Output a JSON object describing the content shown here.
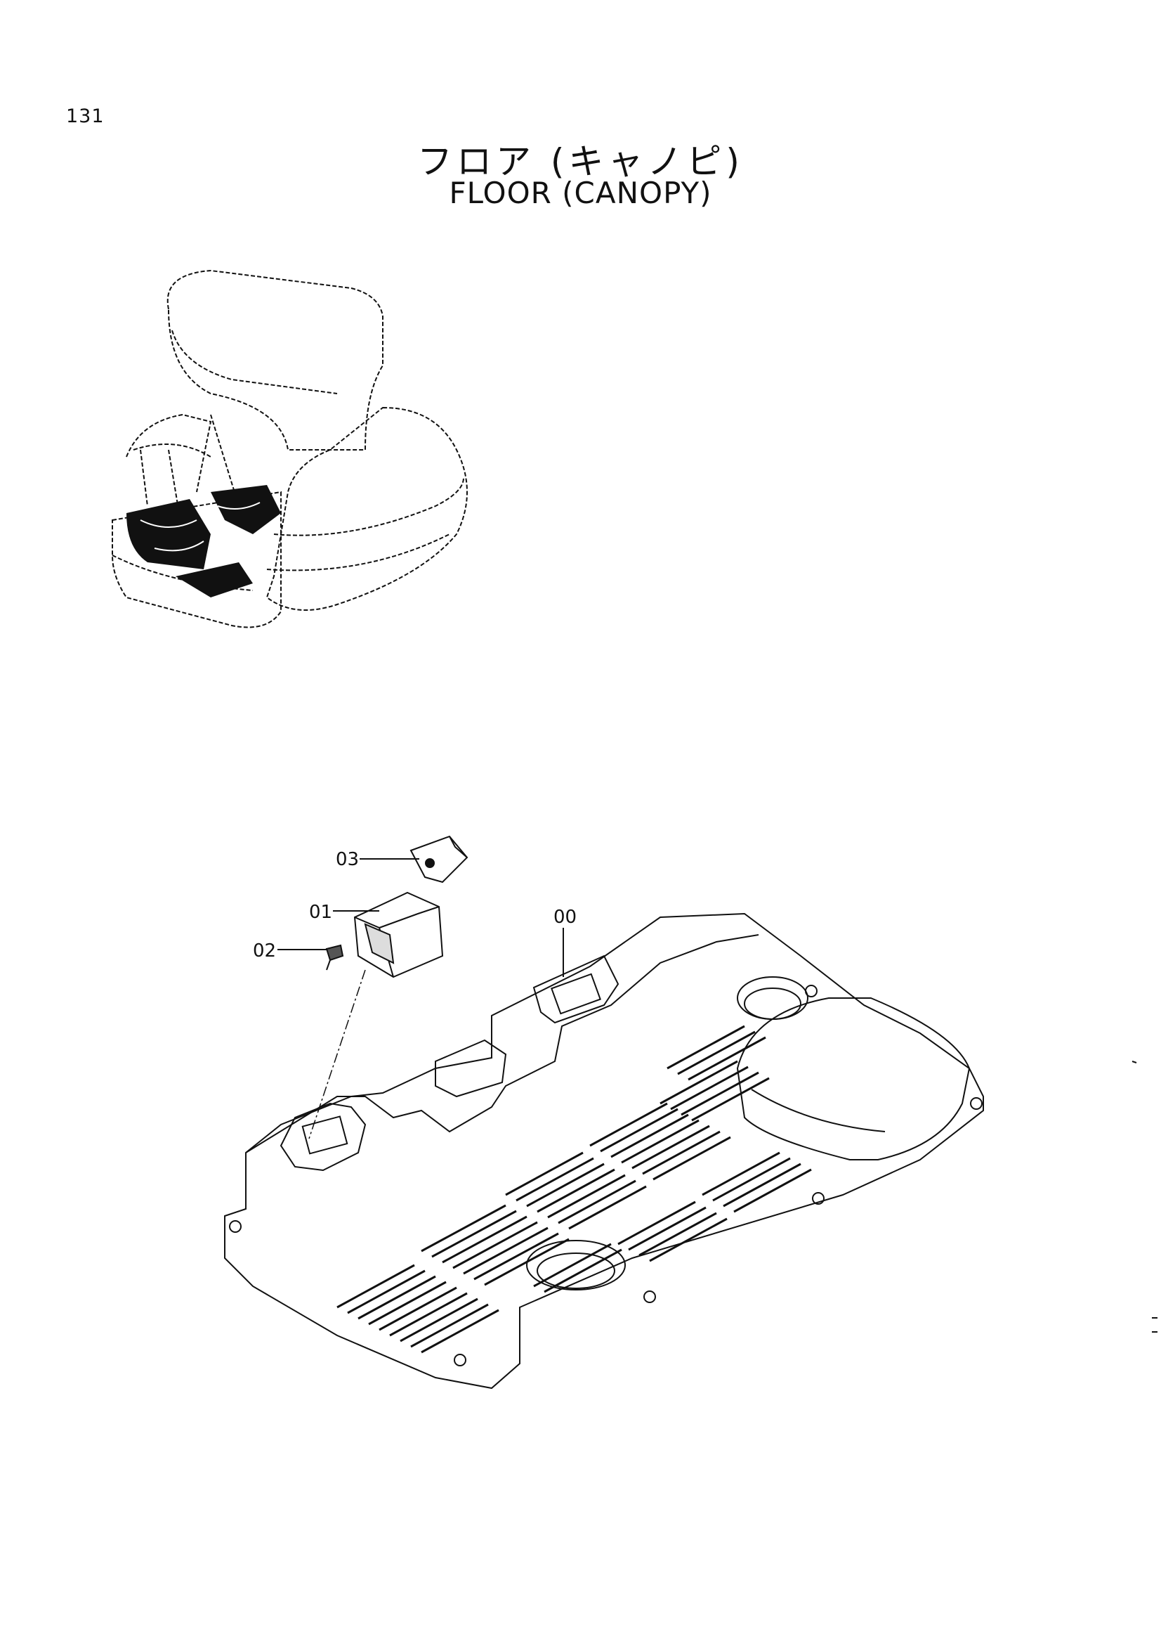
{
  "page": {
    "number": "131",
    "title_jp": "フロア (キャノピ)",
    "title_en": "FLOOR (CANOPY)"
  },
  "callouts": [
    {
      "id": "c03",
      "label": "03"
    },
    {
      "id": "c01",
      "label": "01"
    },
    {
      "id": "c02",
      "label": "02"
    },
    {
      "id": "c00",
      "label": "00"
    }
  ],
  "colors": {
    "ink": "#111111",
    "paper": "#ffffff"
  }
}
